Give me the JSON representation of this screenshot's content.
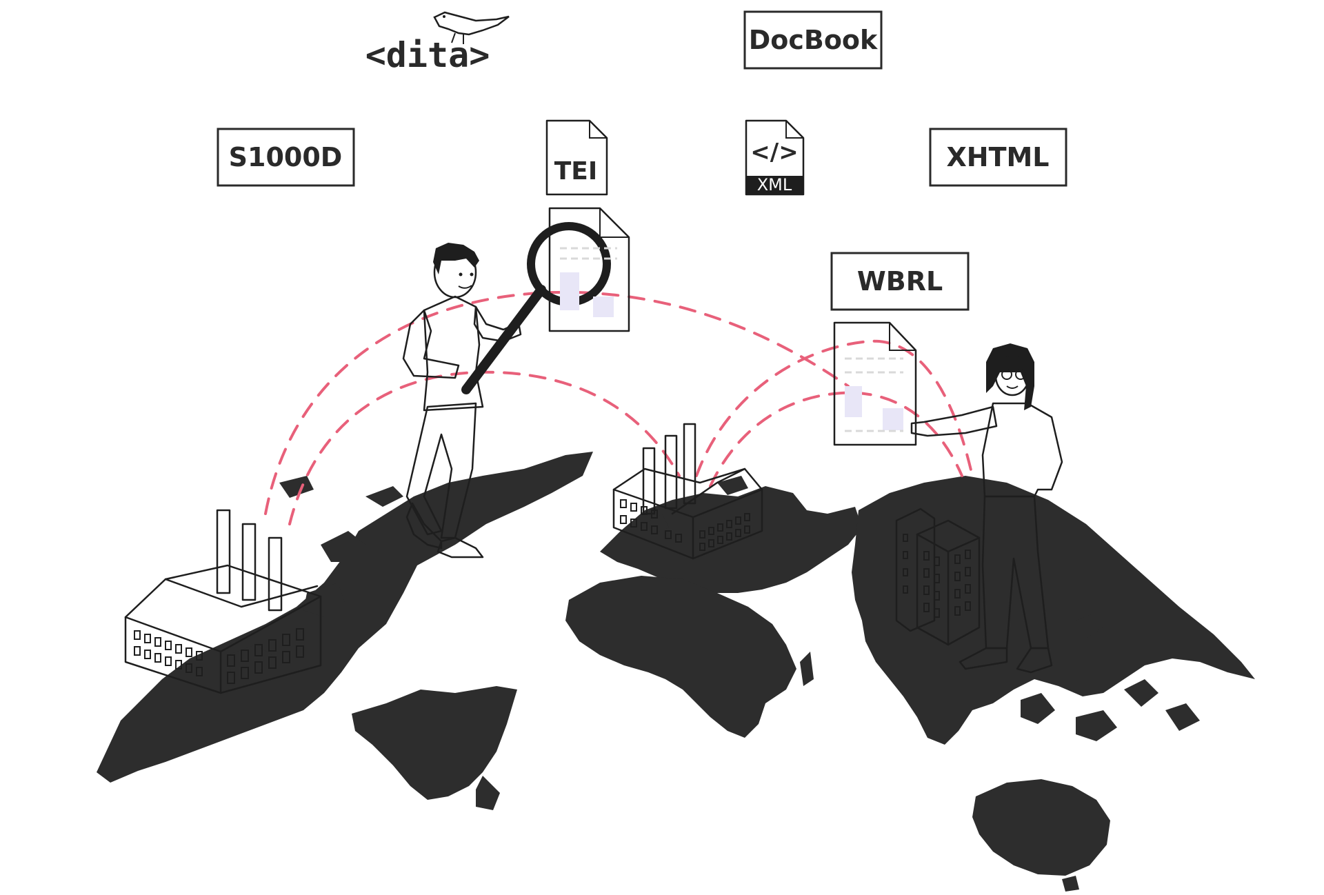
{
  "labels": {
    "dita": "<dita>",
    "docbook": "DocBook",
    "s1000d": "S1000D",
    "tei": "TEI",
    "xml": "XML",
    "xml_code": "</>",
    "xhtml": "XHTML",
    "wbrl": "WBRL"
  },
  "colors": {
    "ink": "#1e1e1e",
    "land": "#2d2d2d",
    "arc": "#e8607a",
    "doc_accent": "#e8e6f7",
    "background": "#ffffff"
  },
  "icons": {
    "dita_logo": "bird-icon",
    "tei_doc": "document-icon",
    "xml_doc": "xml-file-icon",
    "magnifier": "magnifying-glass-icon"
  }
}
